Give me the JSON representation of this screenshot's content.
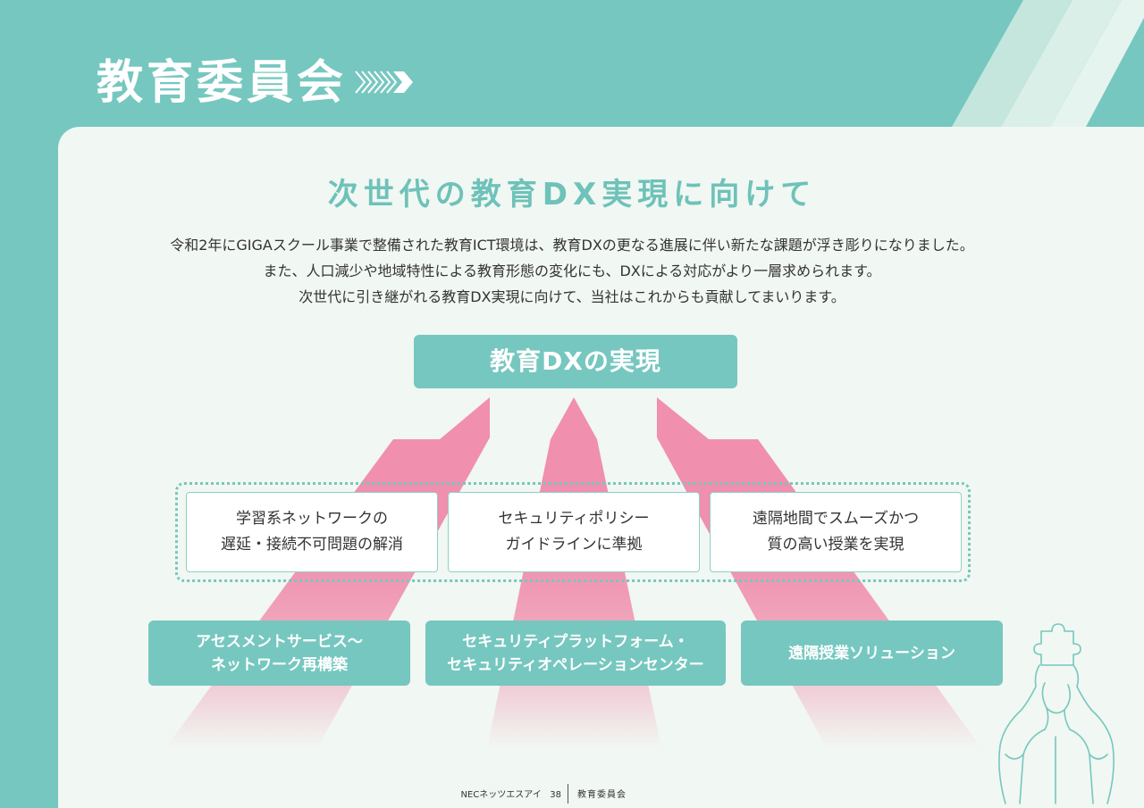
{
  "header": {
    "title": "教育委員会"
  },
  "main": {
    "headline": "次世代の教育DX実現に向けて",
    "intro_lines": [
      "令和2年にGIGAスクール事業で整備された教育ICT環境は、教育DXの更なる進展に伴い新たな課題が浮き彫りになりました。",
      "また、人口減少や地域特性による教育形態の変化にも、DXによる対応がより一層求められます。",
      "次世代に引き継がれる教育DX実現に向けて、当社はこれからも貢献してまいります。"
    ],
    "goal": "教育DXの実現",
    "issues": [
      {
        "line1": "学習系ネットワークの",
        "line2": "遅延・接続不可問題の解消"
      },
      {
        "line1": "セキュリティポリシー",
        "line2": "ガイドラインに準拠"
      },
      {
        "line1": "遠隔地間でスムーズかつ",
        "line2": "質の高い授業を実現"
      }
    ],
    "solutions": [
      {
        "line1": "アセスメントサービス〜",
        "line2": "ネットワーク再構築"
      },
      {
        "line1": "セキュリティプラットフォーム・",
        "line2": "セキュリティオペレーションセンター"
      },
      {
        "line1": "遠隔授業ソリューション"
      }
    ]
  },
  "footer": {
    "company": "NECネッツエスアイ",
    "page_number": "38",
    "section": "教育委員会"
  },
  "colors": {
    "teal": "#76c7bf",
    "panel_bg": "#f1f7f2",
    "arrow_pink": "#f08fae",
    "headline": "#6ec2b9"
  }
}
